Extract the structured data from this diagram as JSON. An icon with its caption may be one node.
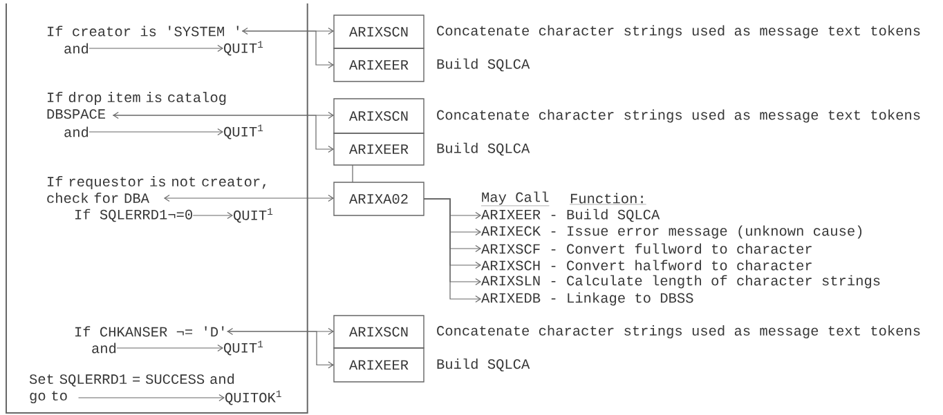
{
  "diagram": {
    "nodes": [
      {
        "text": [],
        "shape": "box"
      },
      {
        "text": [
          "If creator is 'SYSTEM '"
        ],
        "in": 0
      },
      {
        "text": [
          "and"
        ],
        "in": 0
      },
      {
        "text": [
          "QUIT$^{1}$"
        ],
        "in": 0
      },
      {
        "text": [
          "ARIXSCN"
        ],
        "beside": [
          "Concatenate character strings used as message text tokens"
        ]
      },
      {
        "text": [
          "ARIXEER"
        ],
        "beside": [
          "Build SQLCA"
        ]
      },
      {
        "text": [
          "If drop item is catalog DBSPACE"
        ],
        "in": 0
      },
      {
        "text": [
          "and"
        ],
        "in": 0
      },
      {
        "text": [
          "QUIT$^{1}$"
        ],
        "in": 0
      },
      {
        "text": [
          "ARIXSCN"
        ],
        "beside": [
          "Concatenate character strings used as message text tokens"
        ]
      },
      {
        "text": [
          "ARIXEER"
        ],
        "beside": [
          "Build SQLCA"
        ]
      },
      {
        "text": [
          "If requestor is not creator, check for DBA"
        ],
        "in": 0
      },
      {
        "text": [
          "If SQLERRD1¬=0"
        ],
        "in": 0
      },
      {
        "text": [
          "QUIT$^{1}$"
        ],
        "in": 0
      },
      {
        "text": [
          "ARIXA02"
        ]
      },
      {
        "text": [
          "ARIXEER - Build SQLCA"
        ]
      },
      {
        "text": [
          "ARIXECK - Issue error message (unknown cause)"
        ]
      },
      {
        "text": [
          "ARIXSCF - Convert fullword to character"
        ]
      },
      {
        "text": [
          "ARIXSCH - Convert halfword to character"
        ]
      },
      {
        "text": [
          "ARIXSLN - Calculate length of character strings"
        ]
      },
      {
        "text": [
          "ARIXEDB - Linkage to DBSS"
        ]
      },
      {
        "text": [
          "If CHKANSER ¬= 'D'"
        ],
        "in": 0
      },
      {
        "text": [
          "and"
        ],
        "in": 0
      },
      {
        "text": [
          "QUIT$^{1}$"
        ],
        "in": 0
      },
      {
        "text": [
          "ARIXSCN"
        ],
        "beside": [
          "Concatenate character strings used as message text tokens"
        ]
      },
      {
        "text": [
          "ARIXEER"
        ],
        "beside": [
          "Build SQLCA"
        ]
      },
      {
        "text": [
          "Set SQLERRD1 = SUCCESS and go to"
        ],
        "in": 0
      },
      {
        "text": [
          "QUITOK$^{1}$"
        ],
        "in": 0
      }
    ],
    "edges": [
      {
        "from": 1,
        "to": 4,
        "arrow": "both"
      },
      {
        "from": 1,
        "to": 5,
        "arrow": "to"
      },
      {
        "from": 2,
        "to": 3,
        "arrow": "to"
      },
      {
        "from": 6,
        "to": 9,
        "arrow": "both"
      },
      {
        "from": 6,
        "to": 10,
        "arrow": "to"
      },
      {
        "from": 7,
        "to": 8,
        "arrow": "to"
      },
      {
        "from": 10,
        "to": 14,
        "arrow": "none"
      },
      {
        "from": 11,
        "to": 14,
        "arrow": "both"
      },
      {
        "from": 12,
        "to": 13,
        "arrow": "to"
      },
      {
        "from": 14,
        "to": 15,
        "arrow": "to"
      },
      {
        "from": 14,
        "to": 16,
        "arrow": "to"
      },
      {
        "from": 14,
        "to": 17,
        "arrow": "to"
      },
      {
        "from": 14,
        "to": 18,
        "arrow": "to"
      },
      {
        "from": 14,
        "to": 19,
        "arrow": "to"
      },
      {
        "from": 14,
        "to": 20,
        "arrow": "to"
      },
      {
        "from": 21,
        "to": 24,
        "arrow": "both"
      },
      {
        "from": 21,
        "to": 25,
        "arrow": "to"
      },
      {
        "from": 22,
        "to": 23,
        "arrow": "to"
      },
      {
        "from": 26,
        "to": 27,
        "arrow": "to"
      }
    ],
    "labels": [
      "May Call",
      "Function:"
    ]
  }
}
